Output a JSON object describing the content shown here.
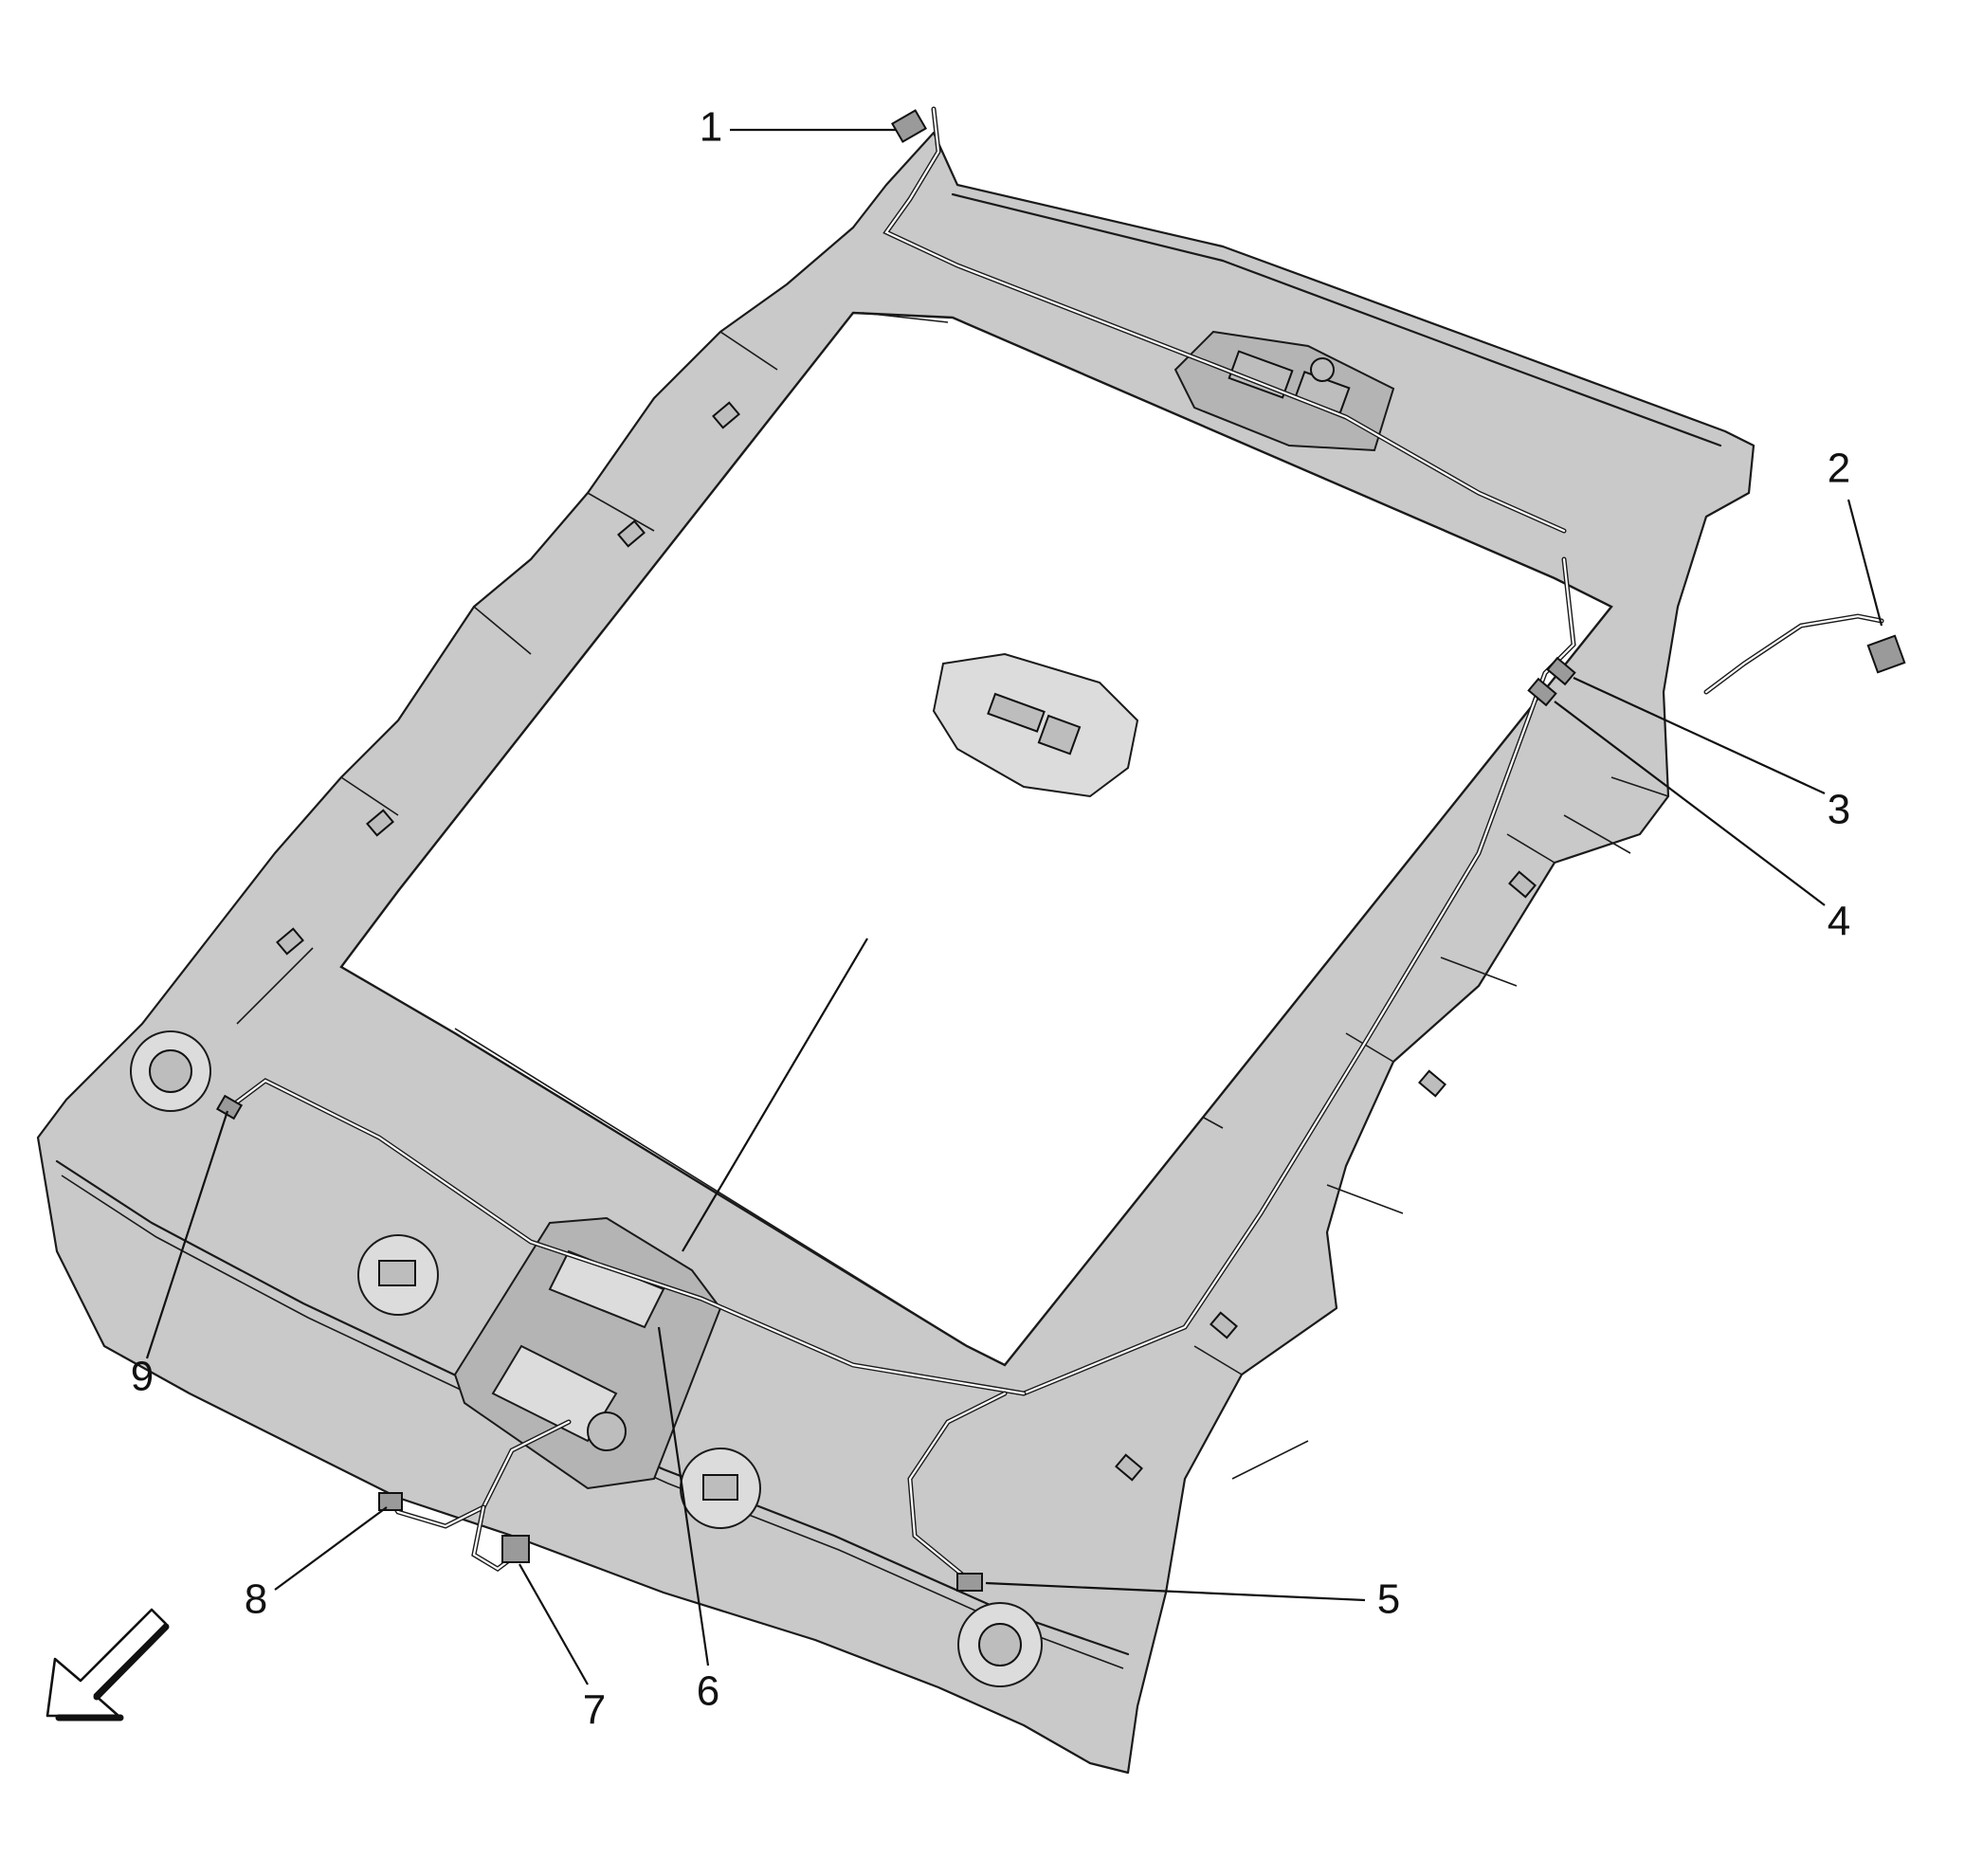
{
  "diagram": {
    "callouts": [
      {
        "id": "1",
        "label": "1"
      },
      {
        "id": "2",
        "label": "2"
      },
      {
        "id": "3",
        "label": "3"
      },
      {
        "id": "4",
        "label": "4"
      },
      {
        "id": "5",
        "label": "5"
      },
      {
        "id": "6",
        "label": "6"
      },
      {
        "id": "7",
        "label": "7"
      },
      {
        "id": "8",
        "label": "8"
      },
      {
        "id": "9",
        "label": "9"
      }
    ],
    "icons": {
      "direction_arrow": "front-direction-arrow-icon"
    }
  }
}
